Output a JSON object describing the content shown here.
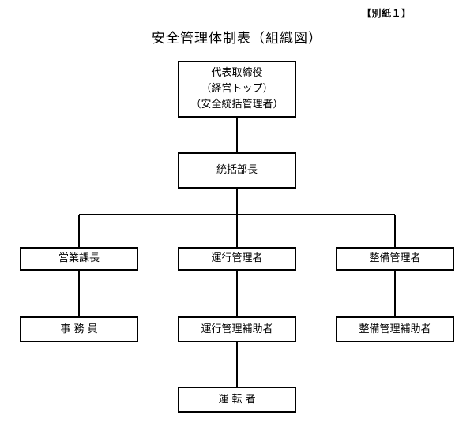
{
  "header": {
    "attachment_label": "【別紙１】",
    "title": "安全管理体制表（組織図）"
  },
  "org": {
    "ceo": {
      "line1": "代表取締役",
      "line2": "（経営トップ）",
      "line3": "（安全統括管理者）"
    },
    "general_manager": "統括部長",
    "sales_manager": "営業課長",
    "operations_manager": "運行管理者",
    "maintenance_manager": "整備管理者",
    "clerk": "事 務 員",
    "operations_assistant": "運行管理補助者",
    "maintenance_assistant": "整備管理補助者",
    "driver": "運 転 者"
  }
}
